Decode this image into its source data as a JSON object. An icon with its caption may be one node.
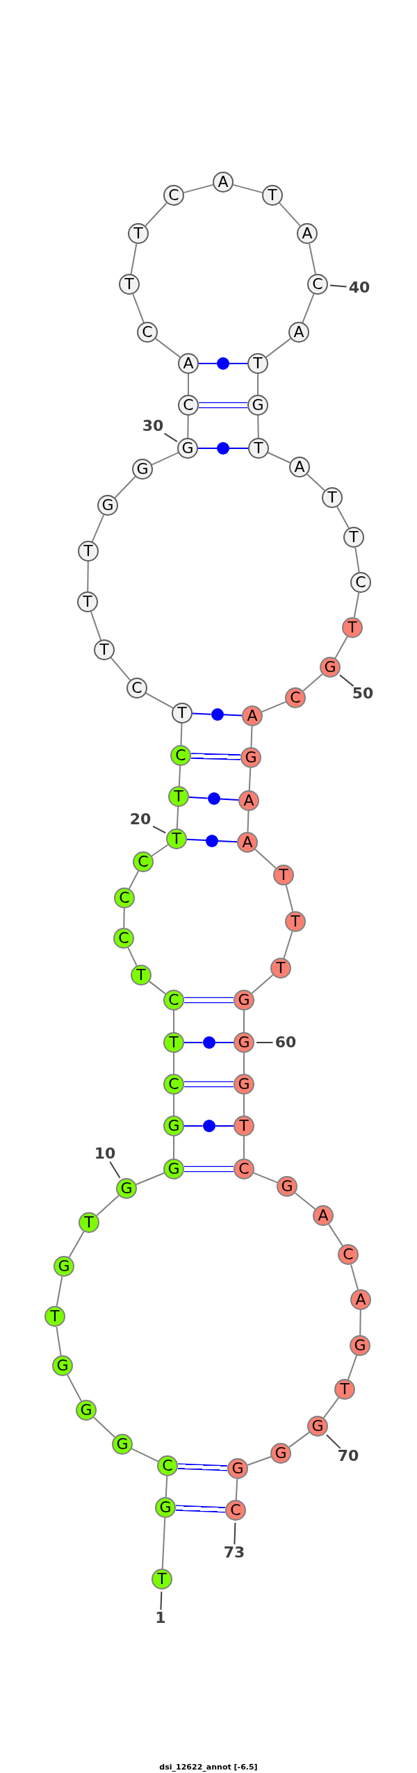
{
  "diagram": {
    "caption": "dsi_12622_annot [-6.5]",
    "nodes": [
      {
        "text": [
          "T"
        ]
      },
      {
        "text": [
          "G"
        ]
      },
      {
        "text": [
          "C"
        ]
      },
      {
        "text": [
          "G"
        ]
      },
      {
        "text": [
          "G"
        ]
      },
      {
        "text": [
          "G"
        ]
      },
      {
        "text": [
          "T"
        ]
      },
      {
        "text": [
          "G"
        ]
      },
      {
        "text": [
          "T"
        ]
      },
      {
        "text": [
          "G"
        ]
      },
      {
        "text": [
          "G"
        ]
      },
      {
        "text": [
          "G"
        ]
      },
      {
        "text": [
          "C"
        ]
      },
      {
        "text": [
          "T"
        ]
      },
      {
        "text": [
          "C"
        ]
      },
      {
        "text": [
          "T"
        ]
      },
      {
        "text": [
          "C"
        ]
      },
      {
        "text": [
          "C"
        ]
      },
      {
        "text": [
          "C"
        ]
      },
      {
        "text": [
          "T"
        ]
      },
      {
        "text": [
          "T"
        ]
      },
      {
        "text": [
          "C"
        ]
      },
      {
        "text": [
          "T"
        ]
      },
      {
        "text": [
          "C"
        ]
      },
      {
        "text": [
          "T"
        ]
      },
      {
        "text": [
          "T"
        ]
      },
      {
        "text": [
          "T"
        ]
      },
      {
        "text": [
          "G"
        ]
      },
      {
        "text": [
          "G"
        ]
      },
      {
        "text": [
          "G"
        ]
      },
      {
        "text": [
          "C"
        ]
      },
      {
        "text": [
          "A"
        ]
      },
      {
        "text": [
          "C"
        ]
      },
      {
        "text": [
          "T"
        ]
      },
      {
        "text": [
          "T"
        ]
      },
      {
        "text": [
          "C"
        ]
      },
      {
        "text": [
          "A"
        ]
      },
      {
        "text": [
          "T"
        ]
      },
      {
        "text": [
          "A"
        ]
      },
      {
        "text": [
          "C"
        ]
      },
      {
        "text": [
          "A"
        ]
      },
      {
        "text": [
          "T"
        ]
      },
      {
        "text": [
          "G"
        ]
      },
      {
        "text": [
          "T"
        ]
      },
      {
        "text": [
          "A"
        ]
      },
      {
        "text": [
          "T"
        ]
      },
      {
        "text": [
          "T"
        ]
      },
      {
        "text": [
          "C"
        ]
      },
      {
        "text": [
          "T"
        ]
      },
      {
        "text": [
          "G"
        ]
      },
      {
        "text": [
          "C"
        ]
      },
      {
        "text": [
          "A"
        ]
      },
      {
        "text": [
          "G"
        ]
      },
      {
        "text": [
          "A"
        ]
      },
      {
        "text": [
          "A"
        ]
      },
      {
        "text": [
          "T"
        ]
      },
      {
        "text": [
          "T"
        ]
      },
      {
        "text": [
          "T"
        ]
      },
      {
        "text": [
          "G"
        ]
      },
      {
        "text": [
          "G"
        ]
      },
      {
        "text": [
          "G"
        ]
      },
      {
        "text": [
          "T"
        ]
      },
      {
        "text": [
          "C"
        ]
      },
      {
        "text": [
          "G"
        ]
      },
      {
        "text": [
          "A"
        ]
      },
      {
        "text": [
          "C"
        ]
      },
      {
        "text": [
          "A"
        ]
      },
      {
        "text": [
          "G"
        ]
      },
      {
        "text": [
          "T"
        ]
      },
      {
        "text": [
          "G"
        ]
      },
      {
        "text": [
          "G"
        ]
      },
      {
        "text": [
          "G"
        ]
      },
      {
        "text": [
          "C"
        ]
      },
      {
        "text": [],
        "shape": "circle"
      },
      {
        "text": [],
        "shape": "circle"
      },
      {
        "text": [],
        "shape": "circle"
      },
      {
        "text": [],
        "shape": "circle"
      },
      {
        "text": [],
        "shape": "circle"
      },
      {
        "text": [],
        "shape": "circle"
      },
      {
        "text": [],
        "shape": "circle"
      },
      {
        "text": [
          "40"
        ]
      },
      {
        "text": [
          "30"
        ]
      },
      {
        "text": [
          "50"
        ]
      },
      {
        "text": [
          "20"
        ]
      },
      {
        "text": [
          "60"
        ]
      },
      {
        "text": [
          "10"
        ]
      },
      {
        "text": [
          "70"
        ]
      },
      {
        "text": [
          "73"
        ]
      },
      {
        "text": [
          "1"
        ]
      }
    ],
    "edges": [
      {
        "from": 0,
        "to": 1,
        "arrow": "none"
      },
      {
        "from": 1,
        "to": 2,
        "arrow": "none"
      },
      {
        "from": 2,
        "to": 3,
        "arrow": "none"
      },
      {
        "from": 3,
        "to": 4,
        "arrow": "none"
      },
      {
        "from": 4,
        "to": 5,
        "arrow": "none"
      },
      {
        "from": 5,
        "to": 6,
        "arrow": "none"
      },
      {
        "from": 6,
        "to": 7,
        "arrow": "none"
      },
      {
        "from": 7,
        "to": 8,
        "arrow": "none"
      },
      {
        "from": 8,
        "to": 9,
        "arrow": "none"
      },
      {
        "from": 9,
        "to": 10,
        "arrow": "none"
      },
      {
        "from": 10,
        "to": 11,
        "arrow": "none"
      },
      {
        "from": 11,
        "to": 12,
        "arrow": "none"
      },
      {
        "from": 12,
        "to": 13,
        "arrow": "none"
      },
      {
        "from": 13,
        "to": 14,
        "arrow": "none"
      },
      {
        "from": 14,
        "to": 15,
        "arrow": "none"
      },
      {
        "from": 15,
        "to": 16,
        "arrow": "none"
      },
      {
        "from": 16,
        "to": 17,
        "arrow": "none"
      },
      {
        "from": 17,
        "to": 18,
        "arrow": "none"
      },
      {
        "from": 18,
        "to": 19,
        "arrow": "none"
      },
      {
        "from": 19,
        "to": 20,
        "arrow": "none"
      },
      {
        "from": 20,
        "to": 21,
        "arrow": "none"
      },
      {
        "from": 21,
        "to": 22,
        "arrow": "none"
      },
      {
        "from": 22,
        "to": 23,
        "arrow": "none"
      },
      {
        "from": 23,
        "to": 24,
        "arrow": "none"
      },
      {
        "from": 24,
        "to": 25,
        "arrow": "none"
      },
      {
        "from": 25,
        "to": 26,
        "arrow": "none"
      },
      {
        "from": 26,
        "to": 27,
        "arrow": "none"
      },
      {
        "from": 27,
        "to": 28,
        "arrow": "none"
      },
      {
        "from": 28,
        "to": 29,
        "arrow": "none"
      },
      {
        "from": 29,
        "to": 30,
        "arrow": "none"
      },
      {
        "from": 30,
        "to": 31,
        "arrow": "none"
      },
      {
        "from": 31,
        "to": 32,
        "arrow": "none"
      },
      {
        "from": 32,
        "to": 33,
        "arrow": "none"
      },
      {
        "from": 33,
        "to": 34,
        "arrow": "none"
      },
      {
        "from": 34,
        "to": 35,
        "arrow": "none"
      },
      {
        "from": 35,
        "to": 36,
        "arrow": "none"
      },
      {
        "from": 36,
        "to": 37,
        "arrow": "none"
      },
      {
        "from": 37,
        "to": 38,
        "arrow": "none"
      },
      {
        "from": 38,
        "to": 39,
        "arrow": "none"
      },
      {
        "from": 39,
        "to": 40,
        "arrow": "none"
      },
      {
        "from": 40,
        "to": 41,
        "arrow": "none"
      },
      {
        "from": 41,
        "to": 42,
        "arrow": "none"
      },
      {
        "from": 42,
        "to": 43,
        "arrow": "none"
      },
      {
        "from": 43,
        "to": 44,
        "arrow": "none"
      },
      {
        "from": 44,
        "to": 45,
        "arrow": "none"
      },
      {
        "from": 45,
        "to": 46,
        "arrow": "none"
      },
      {
        "from": 46,
        "to": 47,
        "arrow": "none"
      },
      {
        "from": 47,
        "to": 48,
        "arrow": "none"
      },
      {
        "from": 48,
        "to": 49,
        "arrow": "none"
      },
      {
        "from": 49,
        "to": 50,
        "arrow": "none"
      },
      {
        "from": 50,
        "to": 51,
        "arrow": "none"
      },
      {
        "from": 51,
        "to": 52,
        "arrow": "none"
      },
      {
        "from": 52,
        "to": 53,
        "arrow": "none"
      },
      {
        "from": 53,
        "to": 54,
        "arrow": "none"
      },
      {
        "from": 54,
        "to": 55,
        "arrow": "none"
      },
      {
        "from": 55,
        "to": 56,
        "arrow": "none"
      },
      {
        "from": 56,
        "to": 57,
        "arrow": "none"
      },
      {
        "from": 57,
        "to": 58,
        "arrow": "none"
      },
      {
        "from": 58,
        "to": 59,
        "arrow": "none"
      },
      {
        "from": 59,
        "to": 60,
        "arrow": "none"
      },
      {
        "from": 60,
        "to": 61,
        "arrow": "none"
      },
      {
        "from": 61,
        "to": 62,
        "arrow": "none"
      },
      {
        "from": 62,
        "to": 63,
        "arrow": "none"
      },
      {
        "from": 63,
        "to": 64,
        "arrow": "none"
      },
      {
        "from": 64,
        "to": 65,
        "arrow": "none"
      },
      {
        "from": 65,
        "to": 66,
        "arrow": "none"
      },
      {
        "from": 66,
        "to": 67,
        "arrow": "none"
      },
      {
        "from": 67,
        "to": 68,
        "arrow": "none"
      },
      {
        "from": 68,
        "to": 69,
        "arrow": "none"
      },
      {
        "from": 69,
        "to": 70,
        "arrow": "none"
      },
      {
        "from": 70,
        "to": 71,
        "arrow": "none"
      },
      {
        "from": 71,
        "to": 72,
        "arrow": "none"
      },
      {
        "from": 31,
        "to": 73,
        "arrow": "none",
        "color": "#0000ff"
      },
      {
        "from": 73,
        "to": 41,
        "arrow": "none",
        "color": "#0000ff"
      },
      {
        "from": 30,
        "to": 42,
        "arrow": "none",
        "style": "thick",
        "color": "#0000ff"
      },
      {
        "from": 29,
        "to": 74,
        "arrow": "none",
        "color": "#0000ff"
      },
      {
        "from": 74,
        "to": 43,
        "arrow": "none",
        "color": "#0000ff"
      },
      {
        "from": 22,
        "to": 75,
        "arrow": "none",
        "color": "#0000ff"
      },
      {
        "from": 75,
        "to": 51,
        "arrow": "none",
        "color": "#0000ff"
      },
      {
        "from": 21,
        "to": 52,
        "arrow": "none",
        "style": "thick",
        "color": "#0000ff"
      },
      {
        "from": 20,
        "to": 76,
        "arrow": "none",
        "color": "#0000ff"
      },
      {
        "from": 76,
        "to": 53,
        "arrow": "none",
        "color": "#0000ff"
      },
      {
        "from": 19,
        "to": 77,
        "arrow": "none",
        "color": "#0000ff"
      },
      {
        "from": 77,
        "to": 54,
        "arrow": "none",
        "color": "#0000ff"
      },
      {
        "from": 14,
        "to": 58,
        "arrow": "none",
        "style": "thick",
        "color": "#0000ff"
      },
      {
        "from": 13,
        "to": 78,
        "arrow": "none",
        "color": "#0000ff"
      },
      {
        "from": 78,
        "to": 59,
        "arrow": "none",
        "color": "#0000ff"
      },
      {
        "from": 12,
        "to": 60,
        "arrow": "none",
        "style": "thick",
        "color": "#0000ff"
      },
      {
        "from": 11,
        "to": 79,
        "arrow": "none",
        "color": "#0000ff"
      },
      {
        "from": 79,
        "to": 61,
        "arrow": "none",
        "color": "#0000ff"
      },
      {
        "from": 10,
        "to": 62,
        "arrow": "none",
        "style": "thick",
        "color": "#0000ff"
      },
      {
        "from": 2,
        "to": 71,
        "arrow": "none",
        "style": "thick",
        "color": "#0000ff"
      },
      {
        "from": 1,
        "to": 72,
        "arrow": "none",
        "style": "thick",
        "color": "#0000ff"
      },
      {
        "from": 80,
        "to": 39,
        "arrow": "none",
        "color": "#404040"
      },
      {
        "from": 81,
        "to": 29,
        "arrow": "none",
        "color": "#404040"
      },
      {
        "from": 82,
        "to": 49,
        "arrow": "none",
        "color": "#404040"
      },
      {
        "from": 83,
        "to": 19,
        "arrow": "none",
        "color": "#404040"
      },
      {
        "from": 84,
        "to": 59,
        "arrow": "none",
        "color": "#404040"
      },
      {
        "from": 85,
        "to": 9,
        "arrow": "none",
        "color": "#404040"
      },
      {
        "from": 86,
        "to": 69,
        "arrow": "none",
        "color": "#404040"
      },
      {
        "from": 87,
        "to": 72,
        "arrow": "none",
        "color": "#404040"
      },
      {
        "from": 88,
        "to": 0,
        "arrow": "none",
        "color": "#404040"
      }
    ]
  }
}
